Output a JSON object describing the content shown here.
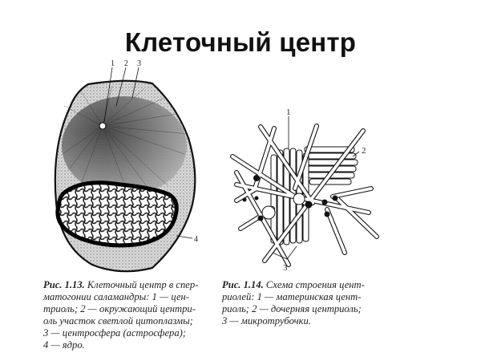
{
  "slide": {
    "title": "Клеточный центр"
  },
  "figure_1": {
    "labels": [
      "1",
      "2",
      "3",
      "4"
    ],
    "caption": {
      "label": "Рис. 1.13.",
      "lines": [
        " Клеточный центр в спер-",
        "матогонии саламандры: 1 — цен-",
        "триоль; 2 — окружающий центри-",
        "оль участок светлой цитоплазмы;",
        "3 — центросфера (астросфера);",
        "4 — ядро."
      ]
    }
  },
  "figure_2": {
    "labels": [
      "1",
      "2",
      "3"
    ],
    "caption": {
      "label": "Рис. 1.14.",
      "lines": [
        " Схема строения цент-",
        "риолей: 1 — материнская цент-",
        "риоль; 2 — дочерняя центриоль;",
        "3 — микротрубочки."
      ]
    }
  }
}
